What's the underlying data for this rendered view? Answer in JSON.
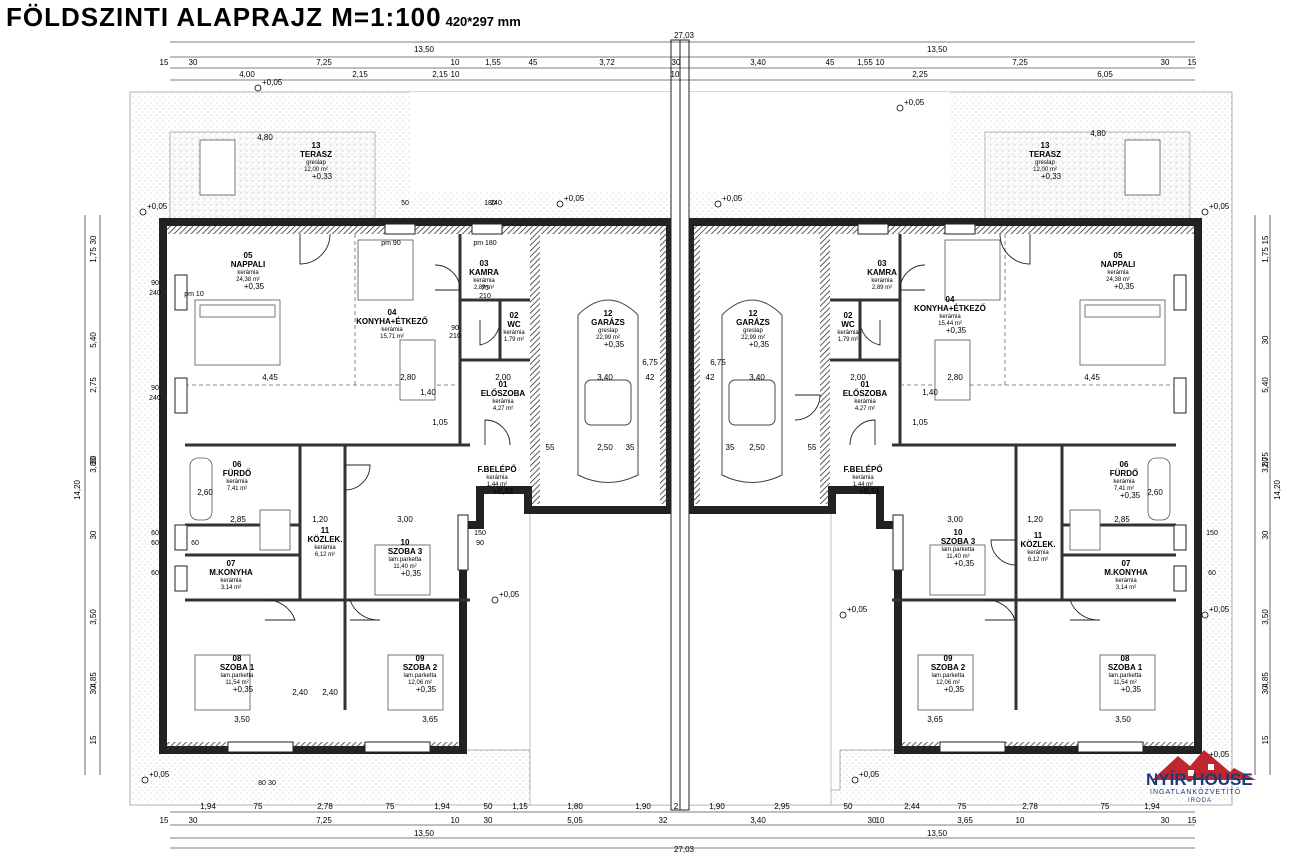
{
  "title": {
    "main": "FÖLDSZINTI  ALAPRAJZ  M=1:100",
    "paper": "420*297 mm"
  },
  "logo": {
    "name": "NYÍR-HOUSE",
    "subtitle": "INGATLANKÖZVETÍTŐ",
    "subtitle2": "IRODA",
    "color": "#c0262d",
    "text_color": "#1d3a78"
  },
  "dims": {
    "total": "27,03",
    "half": "13,50",
    "top_row1": [
      "15",
      "30",
      "7,25",
      "10",
      "1,55",
      "45",
      "3,72",
      "30",
      "3,40",
      "45",
      "1,55",
      "10",
      "7,25",
      "30",
      "15"
    ],
    "top_row2": [
      "4,00",
      "2,15",
      "2,15",
      "10",
      "10",
      "2,25",
      "6,05"
    ],
    "bottom_row1": [
      "1,94",
      "75",
      "2,78",
      "75",
      "1,94",
      "50",
      "1,15",
      "1,80",
      "1,90",
      "2",
      "1,90",
      "2,95",
      "50",
      "2,44",
      "75",
      "2,78",
      "75",
      "1,94"
    ],
    "bottom_row2": [
      "15",
      "30",
      "7,25",
      "10",
      "30",
      "5,05",
      "32",
      "3,40",
      "30",
      "10",
      "3,65",
      "10",
      "30",
      "15"
    ],
    "left_total": "14,20",
    "left_parts": [
      "30",
      "1,75",
      "5,40",
      "2,75",
      "30",
      "3,80",
      "30",
      "3,50",
      "4,85",
      "30",
      "15"
    ],
    "right_parts": [
      "15",
      "1,75",
      "30",
      "5,40",
      "2,75",
      "3,80",
      "30",
      "3,50",
      "4,85",
      "30",
      "15"
    ],
    "windows": [
      "90",
      "240",
      "90",
      "240",
      "60",
      "60",
      "60",
      "80",
      "30",
      "150",
      "90",
      "150",
      "60"
    ]
  },
  "levels": {
    "ext": "+0,05",
    "int": "+0,35",
    "terrace": "+0,33"
  },
  "rooms_left": [
    {
      "num": "05",
      "name": "NAPPALI",
      "floor": "kerámia",
      "area": "24,38 m²",
      "level": "+0,35"
    },
    {
      "num": "04",
      "name": "KONYHA+ÉTKEZŐ",
      "floor": "kerámia",
      "area": "15,71 m²"
    },
    {
      "num": "03",
      "name": "KAMRA",
      "floor": "kerámia",
      "area": "2,89 m²"
    },
    {
      "num": "02",
      "name": "WC",
      "floor": "kerámia",
      "area": "1,79 m²"
    },
    {
      "num": "01",
      "name": "ELŐSZOBA",
      "floor": "kerámia",
      "area": "4,27 m²"
    },
    {
      "num": "12",
      "name": "GARÁZS",
      "floor": "greslap",
      "area": "22,99 m²",
      "level": "+0,35"
    },
    {
      "num": "06",
      "name": "FÜRDŐ",
      "floor": "kerámia",
      "area": "7,41 m²"
    },
    {
      "num": "F.BELÉPŐ",
      "name": "",
      "floor": "kerámia",
      "area": "1,44 m²",
      "level": "+0,33"
    },
    {
      "num": "11",
      "name": "KÖZLEK.",
      "floor": "kerámia",
      "area": "6,12 m²"
    },
    {
      "num": "10",
      "name": "SZOBA 3",
      "floor": "lam.parketta",
      "area": "11,40 m²",
      "level": "+0,35"
    },
    {
      "num": "07",
      "name": "M.KONYHA",
      "floor": "kerámia",
      "area": "3,14 m²"
    },
    {
      "num": "08",
      "name": "SZOBA 1",
      "floor": "lam.parketta",
      "area": "11,54 m²",
      "level": "+0,35"
    },
    {
      "num": "09",
      "name": "SZOBA 2",
      "floor": "lam.parketta",
      "area": "12,06 m²",
      "level": "+0,35"
    },
    {
      "num": "13",
      "name": "TERASZ",
      "floor": "greslap",
      "area": "12,00 m²",
      "level": "+0,33"
    }
  ],
  "rooms_right": [
    {
      "num": "05",
      "name": "NAPPALI",
      "floor": "kerámia",
      "area": "24,38 m²",
      "level": "+0,35"
    },
    {
      "num": "04",
      "name": "KONYHA+ÉTKEZŐ",
      "floor": "kerámia",
      "area": "15,44 m²",
      "level": "+0,35"
    },
    {
      "num": "03",
      "name": "KAMRA",
      "floor": "kerámia",
      "area": "2,89 m²"
    },
    {
      "num": "02",
      "name": "WC",
      "floor": "kerámia",
      "area": "1,79 m²"
    },
    {
      "num": "01",
      "name": "ELŐSZOBA",
      "floor": "kerámia",
      "area": "4,27 m²"
    },
    {
      "num": "12",
      "name": "GARÁZS",
      "floor": "greslap",
      "area": "22,99 m²",
      "level": "+0,35"
    },
    {
      "num": "06",
      "name": "FÜRDŐ",
      "floor": "kerámia",
      "area": "7,41 m²",
      "level": "+0,35"
    },
    {
      "num": "F.BELÉPŐ",
      "name": "",
      "floor": "kerámia",
      "area": "1,44 m²",
      "level": "+0,33"
    },
    {
      "num": "11",
      "name": "KÖZLEK.",
      "floor": "kerámia",
      "area": "6,12 m²"
    },
    {
      "num": "10",
      "name": "SZOBA 3",
      "floor": "lam.parketta",
      "area": "11,40 m²",
      "level": "+0,35"
    },
    {
      "num": "07",
      "name": "M.KONYHA",
      "floor": "kerámia",
      "area": "3,14 m²"
    },
    {
      "num": "08",
      "name": "SZOBA 1",
      "floor": "lam.parketta",
      "area": "11,54 m²",
      "level": "+0,35"
    },
    {
      "num": "09",
      "name": "SZOBA 2",
      "floor": "lam.parketta",
      "area": "12,06 m²",
      "level": "+0,35"
    },
    {
      "num": "13",
      "name": "TERASZ",
      "floor": "greslap",
      "area": "12,00 m²",
      "level": "+0,33"
    }
  ],
  "inner_dims": [
    "4,45",
    "2,80",
    "2,00",
    "3,40",
    "3,40",
    "2,00",
    "2,80",
    "4,45",
    "2,50",
    "2,50",
    "55",
    "35",
    "35",
    "55",
    "2,85",
    "1,20",
    "3,00",
    "3,00",
    "1,20",
    "2,85",
    "3,50",
    "3,65",
    "3,65",
    "3,50",
    "4,80",
    "4,80",
    "6,75",
    "6,75",
    "1,05",
    "1,40",
    "1,05",
    "1,40",
    "2,40",
    "2,40",
    "2,60",
    "2,60",
    "42",
    "42"
  ],
  "door_labels": [
    "90",
    "210",
    "75",
    "210",
    "60",
    "pm 90",
    "pm 180",
    "pm 10",
    "50",
    "180",
    "240"
  ],
  "colors": {
    "wall": "#222222",
    "hatch": "#555555",
    "paving": "#bfbfbf"
  }
}
